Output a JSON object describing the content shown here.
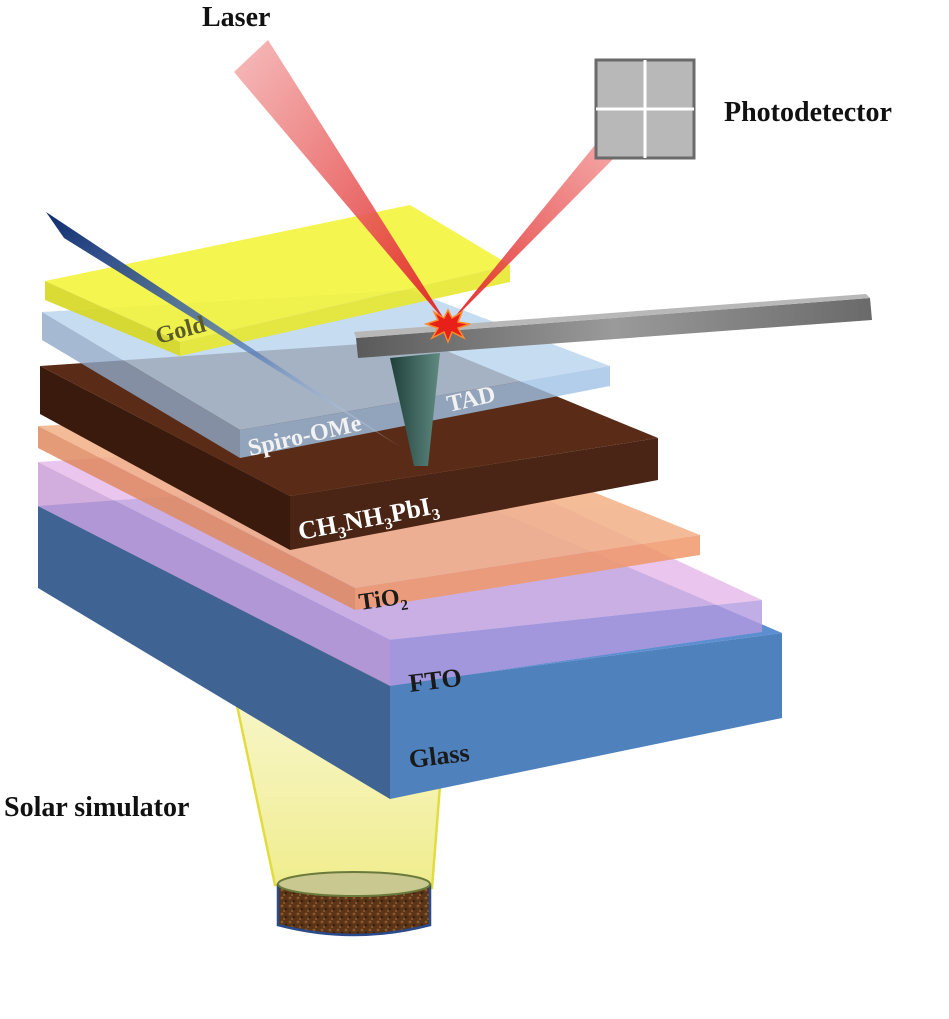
{
  "labels": {
    "laser": "Laser",
    "photodetector": "Photodetector",
    "solar_simulator": "Solar simulator",
    "gold": "Gold",
    "spiro_a": "Spiro-OMe",
    "spiro_b": "TAD",
    "perovskite": {
      "a": "CH",
      "s1": "3",
      "b": "NH",
      "s2": "3",
      "c": "PbI",
      "s3": "3"
    },
    "tio2": {
      "a": "TiO",
      "s1": "2"
    },
    "fto": "FTO",
    "glass": "Glass"
  },
  "colors": {
    "gold_layer": "#f2f23c",
    "spiro_layer": "#a9cbe8",
    "perovskite_layer": "#4a2414",
    "tio2_layer": "#f0a070",
    "fto_layer": "#d8a8e8",
    "glass_layer": "#4f81bd",
    "laser_beam": "#e8505a",
    "dark_beam": "#1f3a78",
    "light_cone": "#f2f0a0",
    "cantilever": "#7a7a7a",
    "photodetector": "#b8b8b8"
  }
}
